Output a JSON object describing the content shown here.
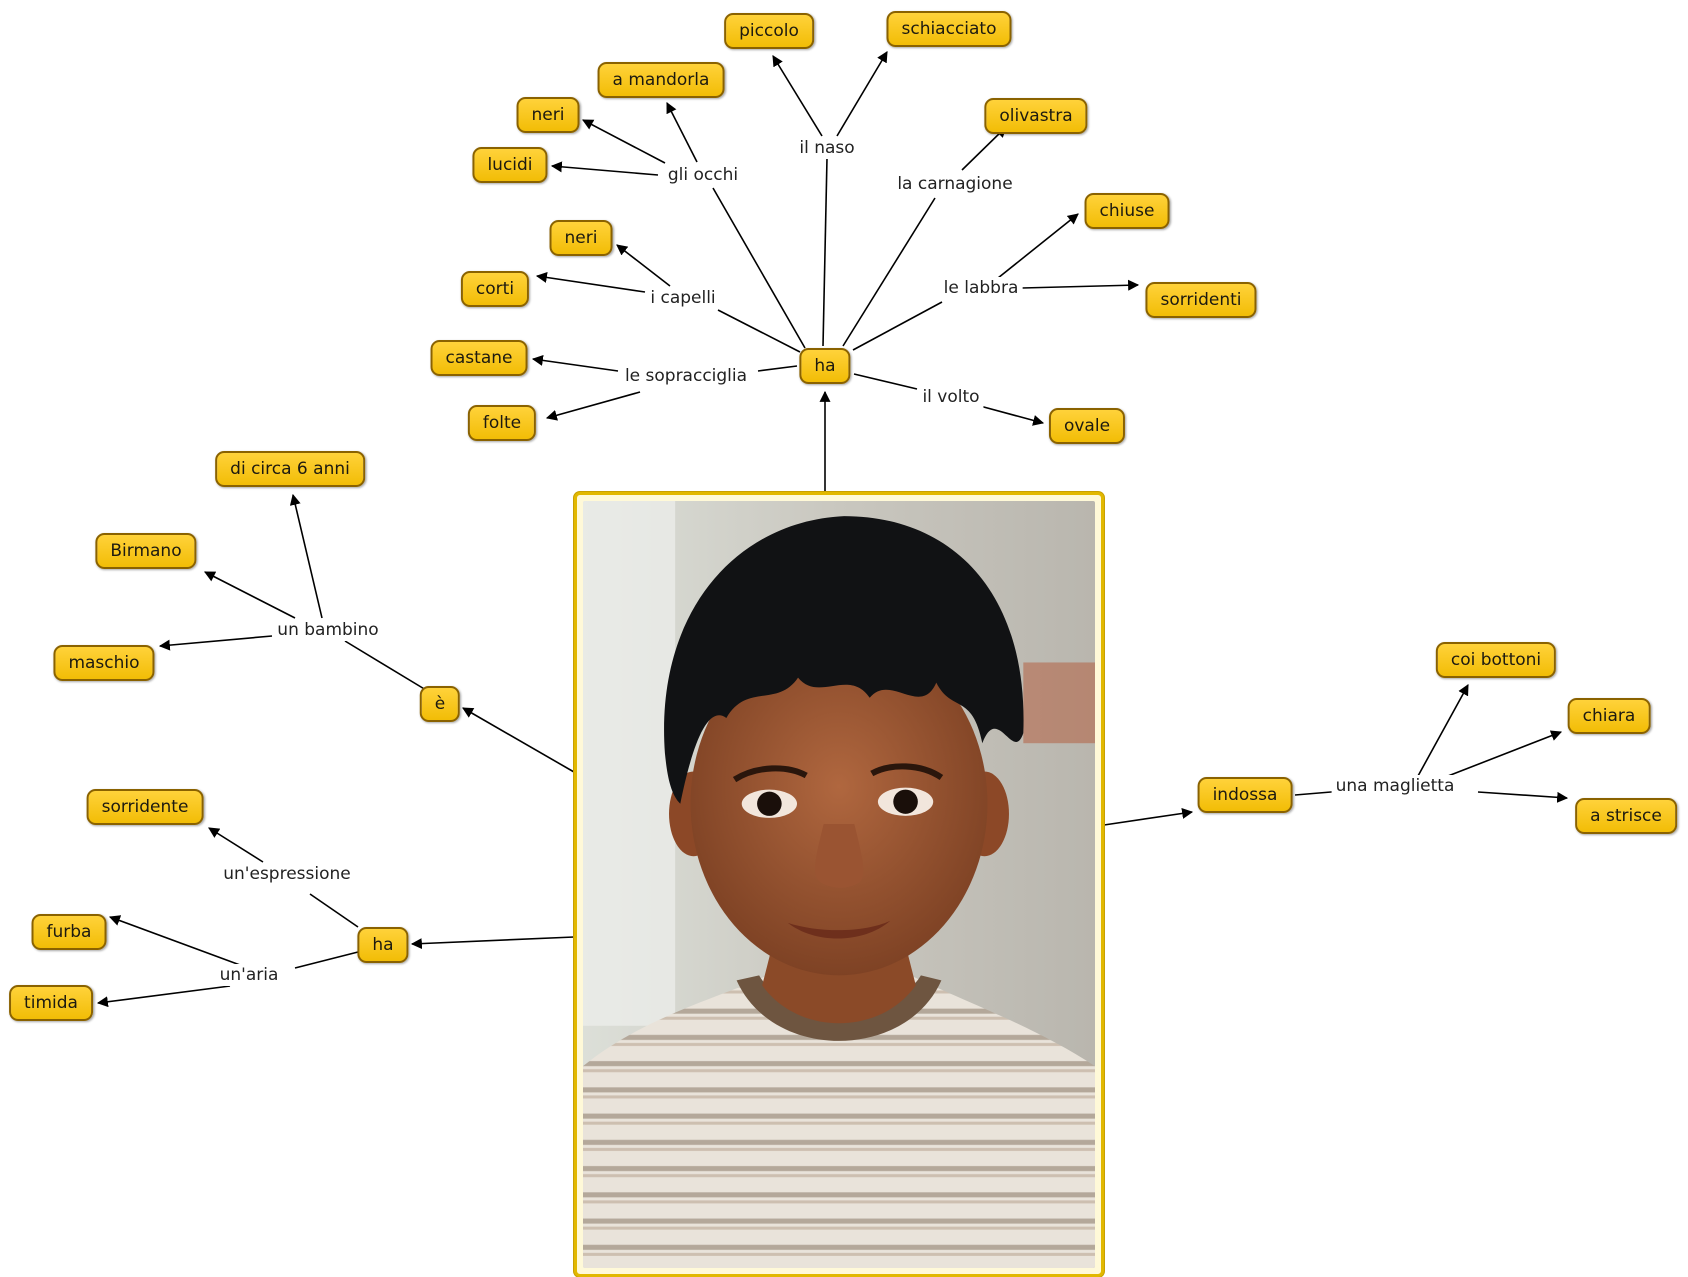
{
  "photo": {
    "description_icon": "boy-portrait-photo"
  },
  "nodes": {
    "ha_top": "ha",
    "ha_left": "ha",
    "e": "è",
    "indossa": "indossa",
    "piccolo": "piccolo",
    "schiacciato": "schiacciato",
    "a_mandorla": "a mandorla",
    "neri_occhi": "neri",
    "lucidi": "lucidi",
    "olivastra": "olivastra",
    "neri_capelli": "neri",
    "corti": "corti",
    "chiuse": "chiuse",
    "sorridenti": "sorridenti",
    "castane": "castane",
    "folte": "folte",
    "ovale": "ovale",
    "di_circa_6_anni": "di circa 6 anni",
    "birmano": "Birmano",
    "maschio": "maschio",
    "sorridente": "sorridente",
    "furba": "furba",
    "timida": "timida",
    "coi_bottoni": "coi bottoni",
    "chiara": "chiara",
    "a_strisce": "a strisce"
  },
  "phrases": {
    "il_naso": "il naso",
    "gli_occhi": "gli occhi",
    "la_carnagione": "la carnagione",
    "i_capelli": "i capelli",
    "le_labbra": "le labbra",
    "le_sopracciglia": "le sopracciglia",
    "il_volto": "il volto",
    "un_bambino": "un bambino",
    "un_espressione": "un'espressione",
    "un_aria": "un'aria",
    "una_maglietta": "una maglietta"
  },
  "colors": {
    "node_fill": "#f5c211",
    "node_border": "#8a6200",
    "photo_border": "#e2b800",
    "link": "#000000"
  }
}
